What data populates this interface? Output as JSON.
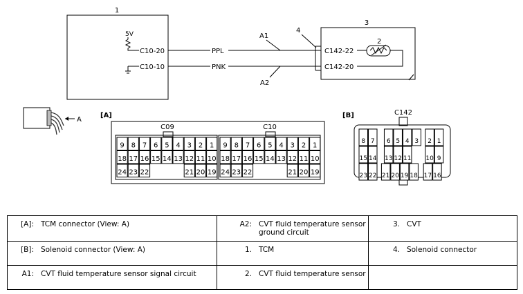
{
  "diagram": {
    "callouts": {
      "n1": "1",
      "n2": "2",
      "n3": "3",
      "n4": "4",
      "a1": "A1",
      "a2": "A2"
    },
    "voltage": "5V",
    "tcm_pins": [
      "C10-20",
      "C10-10"
    ],
    "wires": [
      "PPL",
      "PNK"
    ],
    "sensor_pins": [
      "C142-22",
      "C142-20"
    ],
    "arrow_label": "A",
    "panel_a_label": "[A]",
    "panel_b_label": "[B]",
    "connector_c09": "C09",
    "connector_c10": "C10",
    "connector_c142": "C142",
    "tcm_rows": [
      [
        "9",
        "8",
        "7",
        "6",
        "5",
        "4",
        "3",
        "2",
        "1"
      ],
      [
        "18",
        "17",
        "16",
        "15",
        "14",
        "13",
        "12",
        "11",
        "10"
      ],
      [
        "24",
        "23",
        "22",
        "",
        "",
        "",
        "21",
        "20",
        "19"
      ]
    ],
    "sol_rows": [
      [
        "8",
        "7",
        "6",
        "5",
        "4",
        "3",
        "2",
        "1"
      ],
      [
        "15",
        "14",
        "13",
        "12",
        "11",
        "10",
        "9"
      ],
      [
        "23",
        "22",
        "21",
        "20",
        "19",
        "18",
        "17",
        "16"
      ]
    ]
  },
  "legend": [
    [
      {
        "key": "[A]:",
        "text": "TCM connector (View: A)"
      },
      {
        "key": "A2:",
        "text": "CVT fluid temperature sensor ground circuit"
      },
      {
        "key": "3.",
        "text": "CVT"
      }
    ],
    [
      {
        "key": "[B]:",
        "text": "Solenoid connector (View: A)"
      },
      {
        "key": "1.",
        "text": "TCM"
      },
      {
        "key": "4.",
        "text": "Solenoid connector"
      }
    ],
    [
      {
        "key": "A1:",
        "text": "CVT fluid temperature sensor signal circuit"
      },
      {
        "key": "2.",
        "text": "CVT fluid temperature sensor"
      },
      {
        "key": "",
        "text": ""
      }
    ]
  ]
}
